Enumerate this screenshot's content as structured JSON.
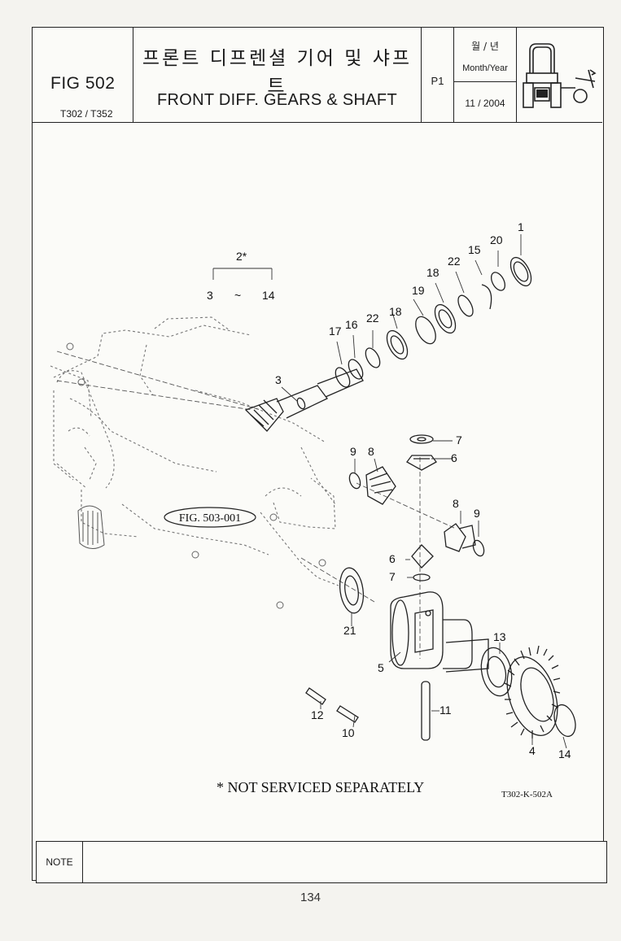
{
  "header": {
    "fig_number": "FIG 502",
    "models": "T302 / T352",
    "title_korean": "프론트 디프렌셜 기어 및 샤프트",
    "title_english": "FRONT DIFF. GEARS & SHAFT",
    "page": "P1",
    "date_label_korean": "월 / 년",
    "date_label_english": "Month/Year",
    "date_value": "11 / 2004"
  },
  "diagram": {
    "part_callouts": [
      "1",
      "20",
      "15",
      "22",
      "18",
      "19",
      "18",
      "22",
      "16",
      "17",
      "3",
      "9",
      "8",
      "7",
      "6",
      "8",
      "9",
      "6",
      "7",
      "21",
      "13",
      "5",
      "11",
      "12",
      "10",
      "4",
      "14"
    ],
    "assembly_label": "2*",
    "assembly_range_from": "3",
    "assembly_range_sep": "~",
    "assembly_range_to": "14",
    "reference_label": "FIG. 503-001",
    "footnote": "* NOT SERVICED SEPARATELY",
    "drawing_code": "T302-K-502A"
  },
  "note": {
    "label": "NOTE",
    "text": ""
  },
  "footer": {
    "page_number": "134"
  },
  "colors": {
    "ink": "#1a1a1a",
    "paper": "#fbfbf8",
    "background": "#f4f3ef"
  }
}
